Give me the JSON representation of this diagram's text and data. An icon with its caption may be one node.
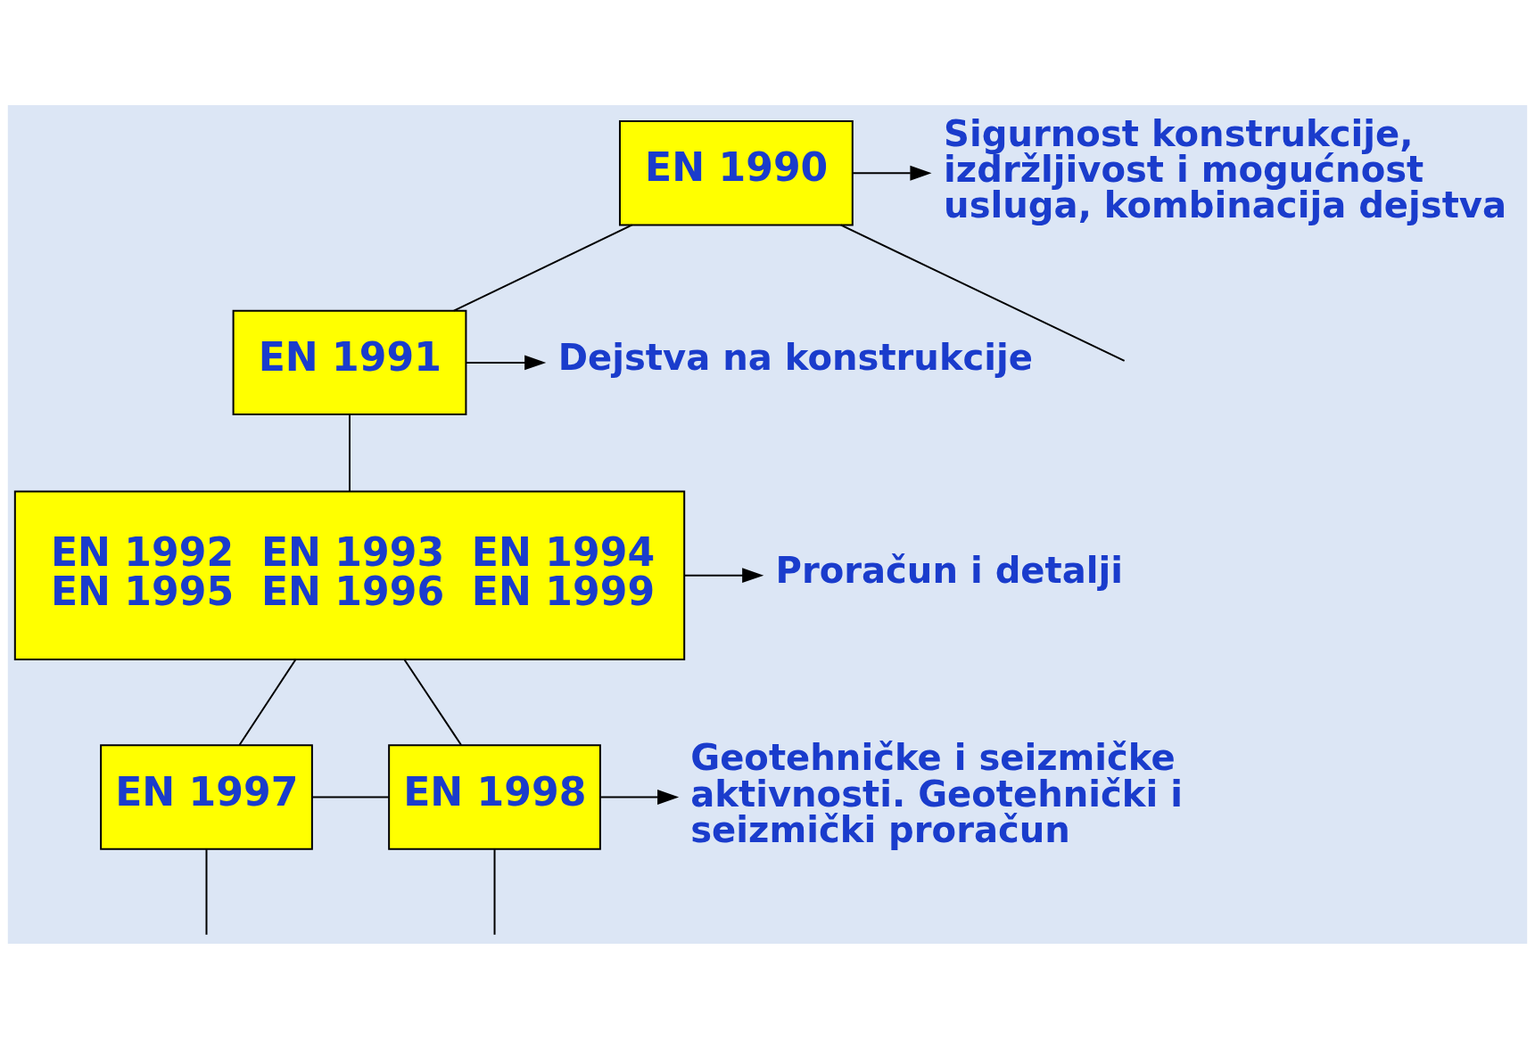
{
  "diagram": {
    "nodes": [
      {
        "text": [
          "EN 1990"
        ]
      },
      {
        "text": [
          "EN 1991"
        ]
      },
      {
        "text": [
          "EN 1992  EN 1993  EN 1994 EN 1995  EN 1996  EN 1999"
        ]
      },
      {
        "text": [
          "EN 1997"
        ]
      },
      {
        "text": [
          "EN 1998"
        ]
      },
      {
        "text": [
          "Sigurnost konstrukcije, izdržljivost i mogućnost usluga, kombinacija dejstva"
        ]
      },
      {
        "text": [
          "Dejstva na konstrukcije"
        ]
      },
      {
        "text": [
          "Proračun i detalji"
        ]
      },
      {
        "text": [
          "Geotehničke i seizmičke aktivnosti. Geotehnički i seizmički proračun"
        ]
      }
    ],
    "edges": [
      {
        "from": 0,
        "to": 1,
        "arrow": "none"
      },
      {
        "from": 1,
        "to": 2,
        "arrow": "none"
      },
      {
        "from": 2,
        "to": 3,
        "arrow": "none"
      },
      {
        "from": 2,
        "to": 4,
        "arrow": "none"
      },
      {
        "from": 3,
        "to": 4,
        "arrow": "none"
      },
      {
        "from": 0,
        "to": 5,
        "arrow": "to"
      },
      {
        "from": 1,
        "to": 6,
        "arrow": "to"
      },
      {
        "from": 2,
        "to": 7,
        "arrow": "to"
      },
      {
        "from": 4,
        "to": 8,
        "arrow": "to"
      },
      {
        "from": 0,
        "to": null,
        "arrow": "none"
      },
      {
        "from": 3,
        "to": null,
        "arrow": "none"
      },
      {
        "from": 4,
        "to": null,
        "arrow": "none"
      }
    ]
  }
}
